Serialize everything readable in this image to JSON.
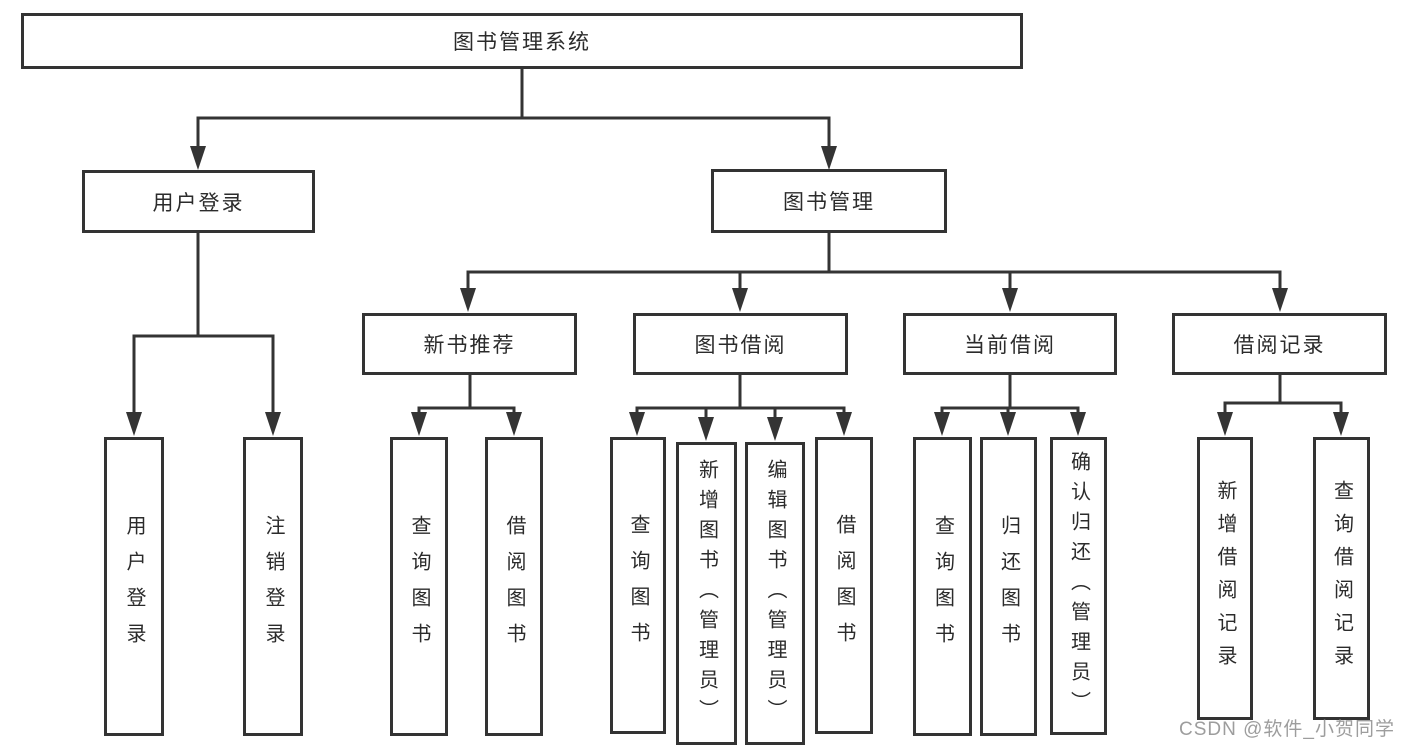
{
  "diagram": {
    "title": "图书管理系统",
    "tree": {
      "label": "图书管理系统",
      "children": [
        {
          "label": "用户登录",
          "children": [
            {
              "label": "用户登录"
            },
            {
              "label": "注销登录"
            }
          ]
        },
        {
          "label": "图书管理",
          "children": [
            {
              "label": "新书推荐",
              "children": [
                {
                  "label": "查询图书"
                },
                {
                  "label": "借阅图书"
                }
              ]
            },
            {
              "label": "图书借阅",
              "children": [
                {
                  "label": "查询图书"
                },
                {
                  "label": "新增图书（管理员）"
                },
                {
                  "label": "编辑图书（管理员）"
                },
                {
                  "label": "借阅图书"
                }
              ]
            },
            {
              "label": "当前借阅",
              "children": [
                {
                  "label": "查询图书"
                },
                {
                  "label": "归还图书"
                },
                {
                  "label": "确认归还（管理员）"
                }
              ]
            },
            {
              "label": "借阅记录",
              "children": [
                {
                  "label": "新增借阅记录"
                },
                {
                  "label": "查询借阅记录"
                }
              ]
            }
          ]
        }
      ]
    }
  },
  "watermark": {
    "text": "CSDN @软件_小贺同学"
  },
  "colors": {
    "line": "#343434",
    "box_border": "#333333",
    "text": "#2b2b2b",
    "watermark": "#8c8c8c",
    "background": "#ffffff"
  }
}
